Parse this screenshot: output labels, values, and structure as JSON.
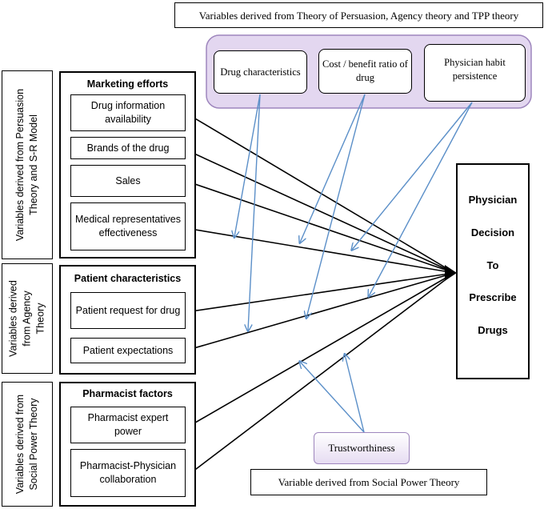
{
  "top_note": "Variables derived from Theory of Persuasion, Agency theory and TPP theory",
  "bottom_note": "Variable derived from Social Power Theory",
  "side_labels": {
    "persuasion": "Variables derived from Persuasion\nTheory and S-R Model",
    "agency": "Variables derived\nfrom Agency\nTheory",
    "social": "Variables derived from\nSocial Power Theory"
  },
  "groups": {
    "marketing": {
      "title": "Marketing efforts",
      "items": [
        "Drug information availability",
        "Brands of the drug",
        "Sales",
        "Medical representatives effectiveness"
      ]
    },
    "patient": {
      "title": "Patient characteristics",
      "items": [
        "Patient request for drug",
        "Patient expectations"
      ]
    },
    "pharmacist": {
      "title": "Pharmacist factors",
      "items": [
        "Pharmacist expert power",
        "Pharmacist-Physician collaboration"
      ]
    }
  },
  "moderators": [
    "Drug characteristics",
    "Cost / benefit ratio of drug",
    "Physician habit persistence"
  ],
  "trust": "Trustworthiness",
  "outcome": [
    "Physician",
    "Decision",
    "To",
    "Prescribe",
    "Drugs"
  ],
  "colors": {
    "black_line": "#000000",
    "blue_line": "#5b8fc8",
    "purple_fill": "#e3d7f0",
    "purple_border": "#9e86bd"
  }
}
